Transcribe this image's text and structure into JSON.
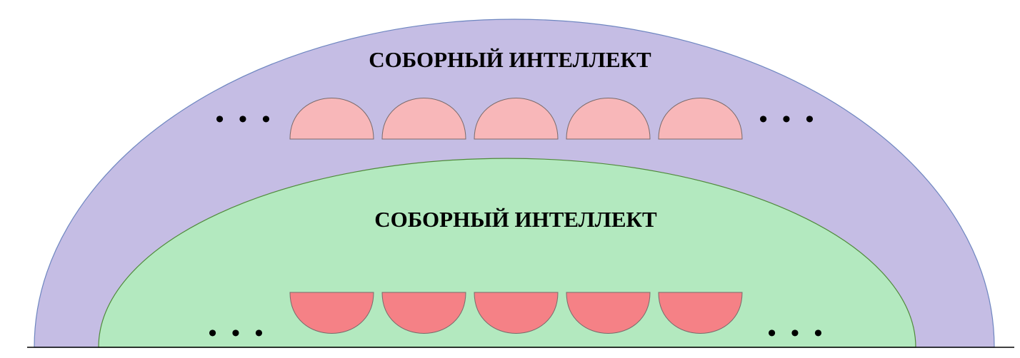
{
  "outer": {
    "title": "СОБОРНЫЙ ИНТЕЛЛЕКТ",
    "fill": "#c5bde4",
    "stroke": "#6e86c0",
    "units": [
      "unit",
      "unit",
      "unit",
      "unit",
      "unit"
    ],
    "unit_fill": "#f8b7b9",
    "unit_shape": "dome",
    "ellipsis_left": "• • •",
    "ellipsis_right": "• • •"
  },
  "inner": {
    "title": "СОБОРНЫЙ ИНТЕЛЛЕКТ",
    "fill": "#b3e9bf",
    "stroke": "#4f8a3a",
    "units": [
      "unit",
      "unit",
      "unit",
      "unit",
      "unit"
    ],
    "unit_fill": "#f58186",
    "unit_shape": "bowl",
    "ellipsis_left": "• • •",
    "ellipsis_right": "• • •"
  },
  "baseline_color": "#000000"
}
